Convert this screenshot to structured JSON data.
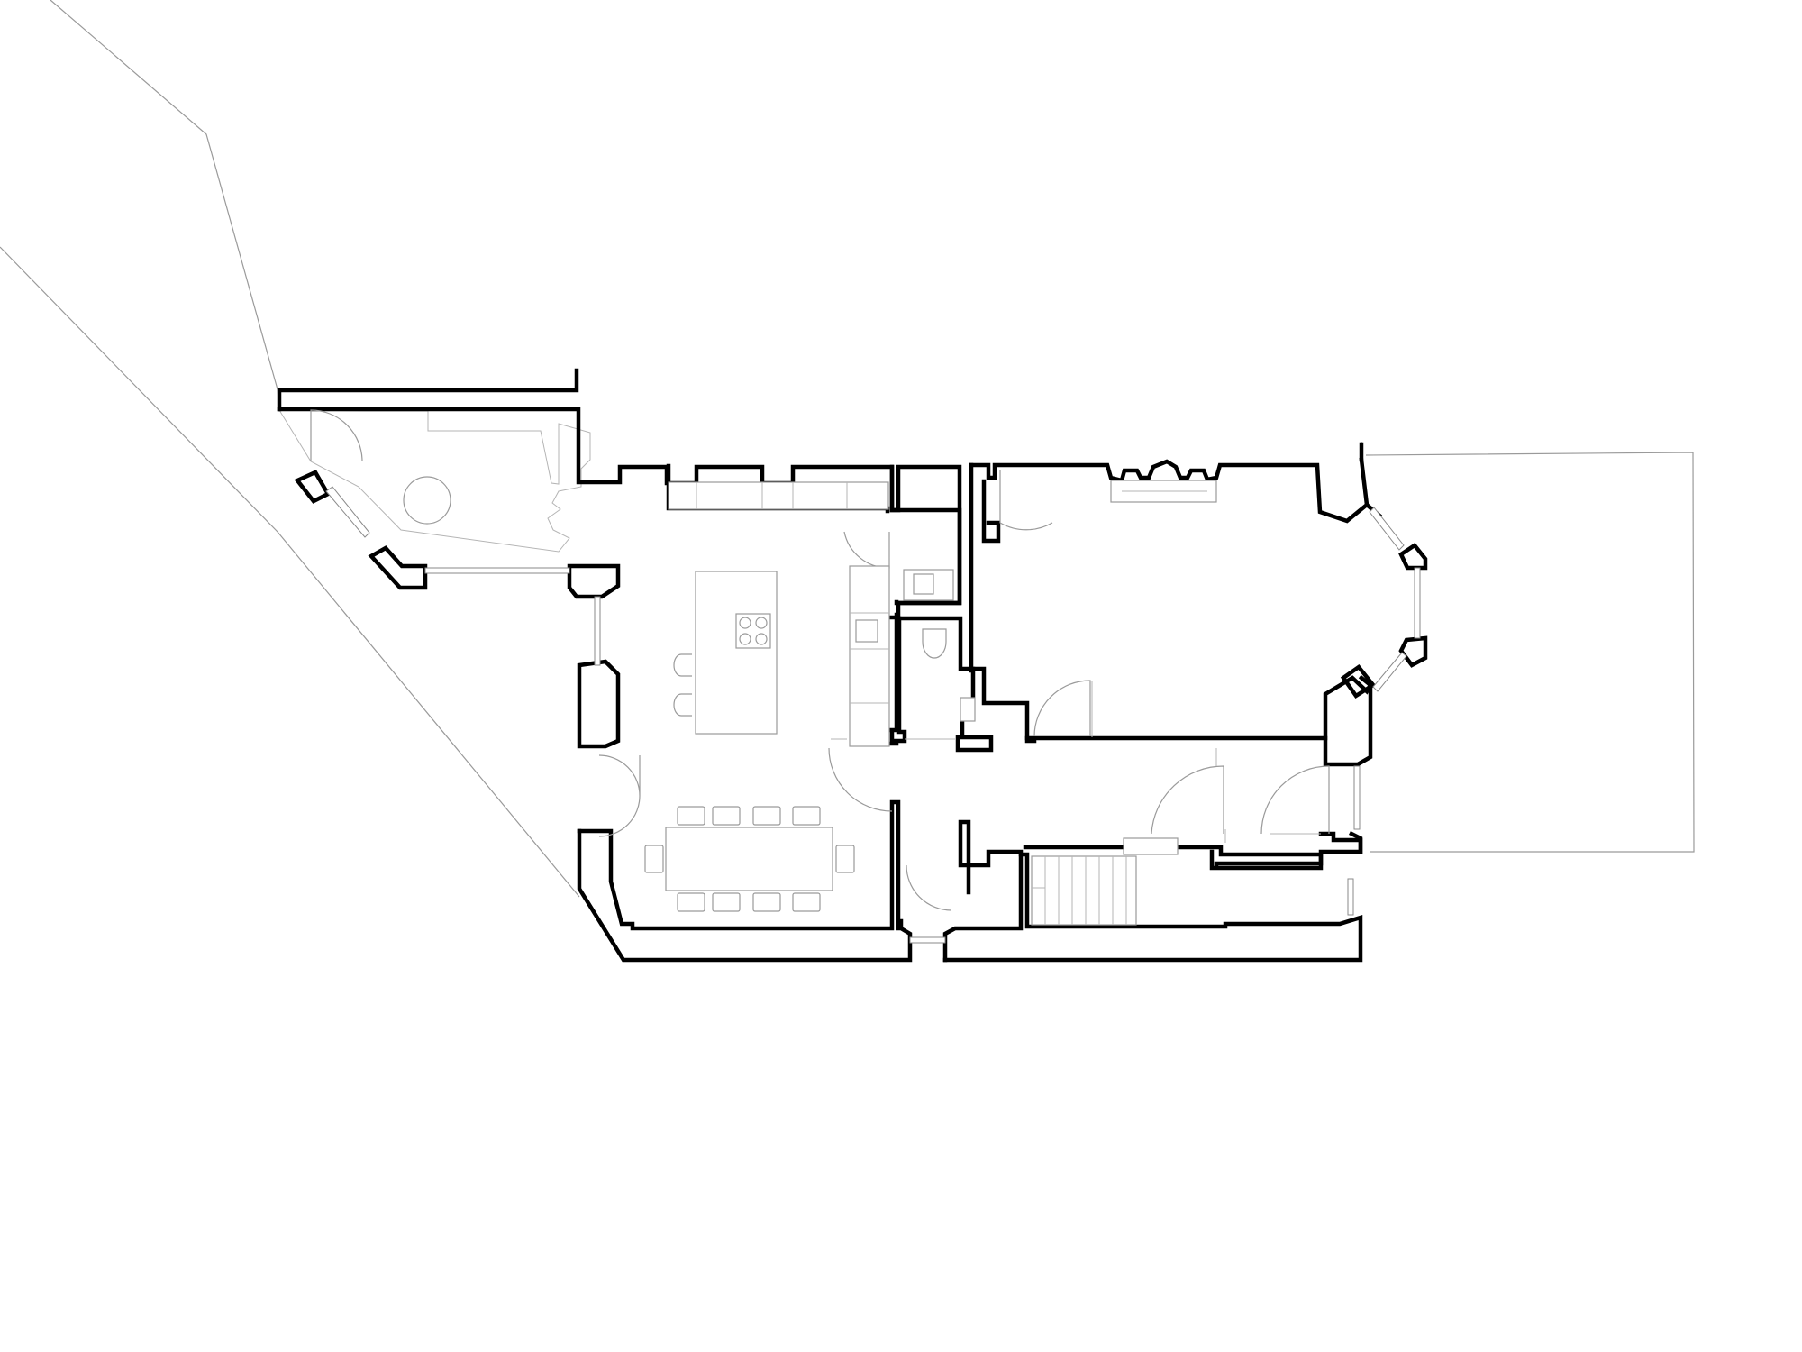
{
  "drawing": {
    "kind": "floor-plan",
    "line_color": "#000000",
    "fixture_color": "#9a9a9a",
    "background": "#ffffff"
  },
  "kitchen_island": {
    "stools": 2,
    "hob_burners": 4
  },
  "dining_table": {
    "chairs": 10
  },
  "staircase": {
    "treads": 8
  }
}
